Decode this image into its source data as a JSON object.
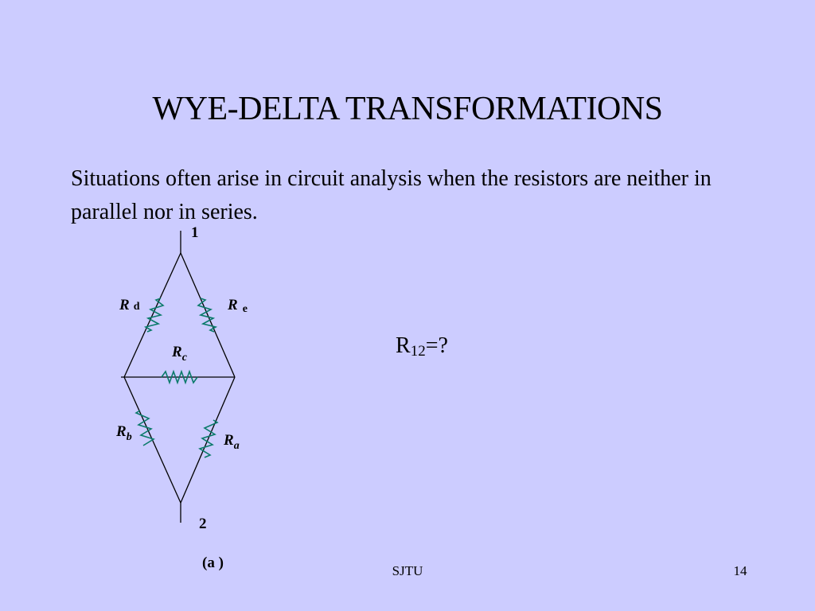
{
  "slide": {
    "title": "WYE-DELTA TRANSFORMATIONS",
    "body_text": "Situations often arise in circuit analysis when the resistors are neither in parallel nor in series.",
    "equation": {
      "base": "R",
      "subscript": "12",
      "rest": "=?"
    },
    "footer_center": "SJTU",
    "page_number": "14"
  },
  "circuit": {
    "node_top": "1",
    "node_bottom": "2",
    "labels": {
      "rd": {
        "main": "R",
        "sub": "d"
      },
      "re": {
        "main": "R",
        "sub": "e"
      },
      "rc": {
        "main": "R",
        "sub": "c"
      },
      "rb": {
        "main": "R",
        "sub": "b"
      },
      "ra": {
        "main": "R",
        "sub": "a"
      }
    },
    "caption": "(a )",
    "wire_color": "#000000",
    "resistor_color": "#0a7a6a"
  }
}
